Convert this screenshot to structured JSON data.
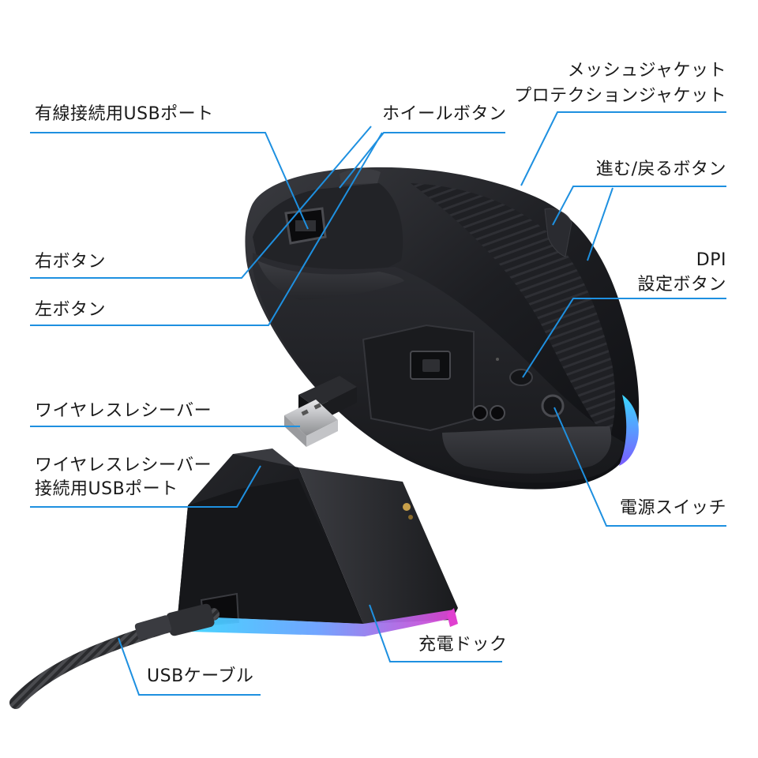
{
  "labels": {
    "wired_usb_port": "有線接続用USBポート",
    "wheel_button": "ホイールボタン",
    "mesh_jacket": "メッシュジャケット",
    "protection_jacket": "プロテクションジャケット",
    "forward_back_buttons": "進む/戻るボタン",
    "right_button": "右ボタン",
    "left_button": "左ボタン",
    "dpi": "DPI",
    "dpi_button": "設定ボタン",
    "wireless_receiver": "ワイヤレスレシーバー",
    "receiver_port_line1": "ワイヤレスレシーバー",
    "receiver_port_line2": "接続用USBポート",
    "power_switch": "電源スイッチ",
    "charging_dock": "充電ドック",
    "usb_cable": "USBケーブル"
  },
  "colors": {
    "leader_line": "#1e90e0",
    "label_text": "#1a1a1a",
    "device_body": "#1c1d21",
    "rgb_cyan": "#3ad8ff",
    "rgb_magenta": "#e040d0"
  }
}
